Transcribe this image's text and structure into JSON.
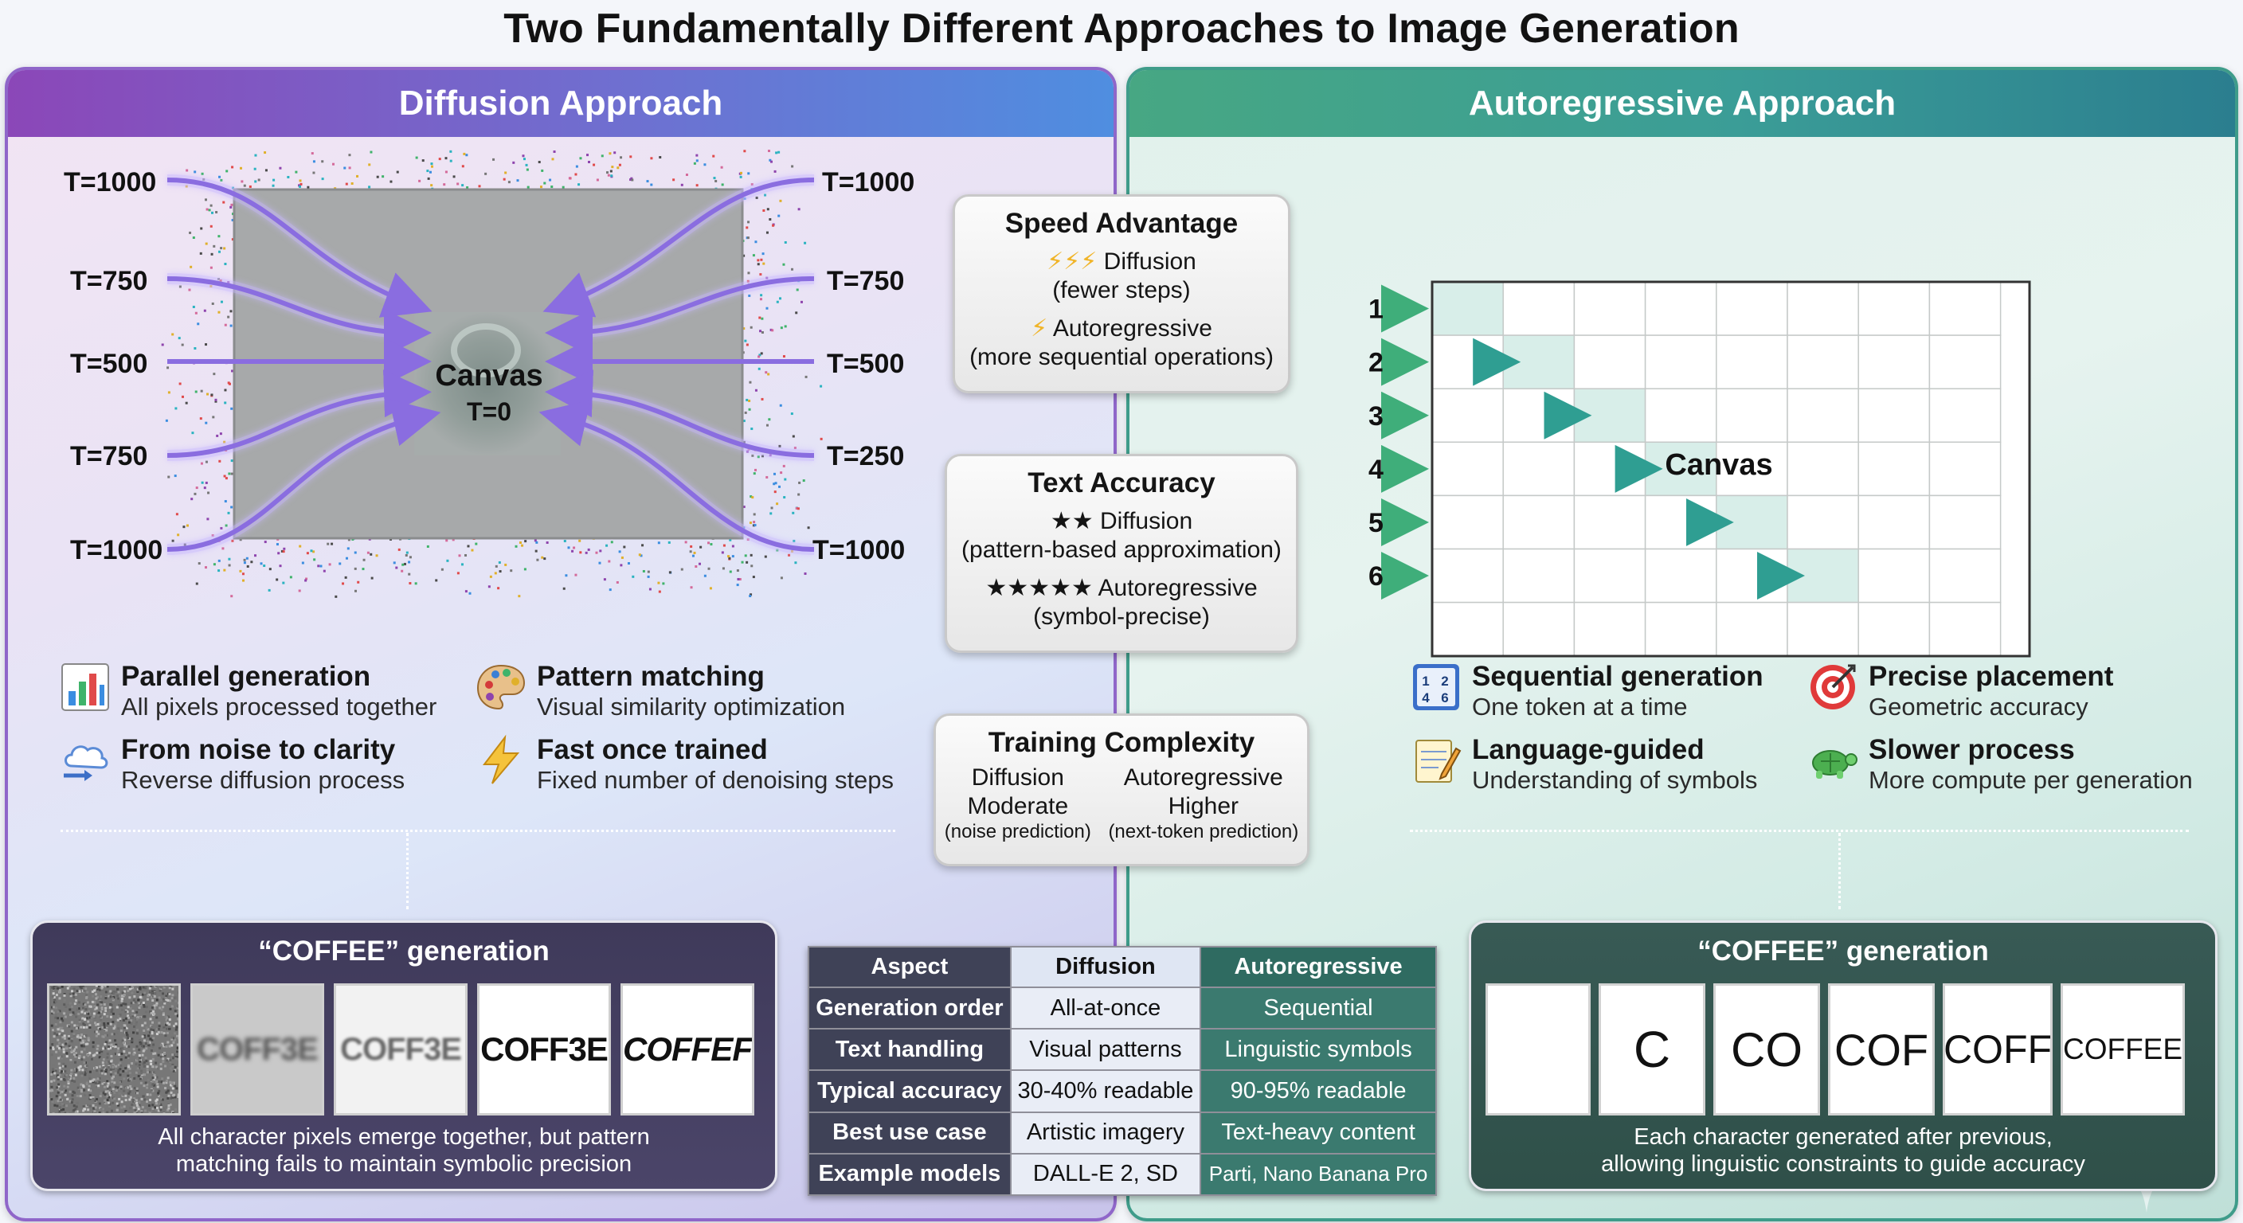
{
  "title": "Two Fundamentally Different Approaches to Image Generation",
  "diffusion": {
    "header": "Diffusion Approach",
    "left_timesteps": [
      "T=1000",
      "T=750",
      "T=500",
      "T=750",
      "T=1000"
    ],
    "right_timesteps": [
      "T=1000",
      "T=750",
      "T=500",
      "T=250",
      "T=1000"
    ],
    "canvas_label": "Canvas",
    "canvas_sub": "T=0",
    "features": [
      {
        "title": "Parallel generation",
        "subtitle": "All pixels processed together",
        "icon": "bar-chart-icon"
      },
      {
        "title": "Pattern matching",
        "subtitle": "Visual similarity optimization",
        "icon": "palette-icon"
      },
      {
        "title": "From noise to clarity",
        "subtitle": "Reverse diffusion process",
        "icon": "cloud-arrow-icon"
      },
      {
        "title": "Fast once trained",
        "subtitle": "Fixed number of denoising steps",
        "icon": "lightning-icon"
      }
    ],
    "coffee": {
      "title": "“COFFEE” generation",
      "frames": [
        "",
        "COFF3E",
        "COFF3E",
        "COFF3E",
        "COFFEF"
      ],
      "caption_1": "All character pixels emerge together, but pattern",
      "caption_2": "matching fails to maintain symbolic precision"
    }
  },
  "autoregressive": {
    "header": "Autoregressive Approach",
    "row_numbers": [
      "1",
      "2",
      "3",
      "4",
      "5",
      "6"
    ],
    "canvas_label": "Canvas",
    "features": [
      {
        "title": "Sequential generation",
        "subtitle": "One token at a time",
        "icon": "numbers-icon"
      },
      {
        "title": "Precise placement",
        "subtitle": "Geometric accuracy",
        "icon": "target-icon"
      },
      {
        "title": "Language-guided",
        "subtitle": "Understanding of symbols",
        "icon": "notepad-icon"
      },
      {
        "title": "Slower process",
        "subtitle": "More compute per generation",
        "icon": "turtle-icon"
      }
    ],
    "coffee": {
      "title": "“COFFEE” generation",
      "frames": [
        "",
        "C",
        "CO",
        "COF",
        "COFF",
        "COFFEE"
      ],
      "caption_1": "Each character generated after previous,",
      "caption_2": "allowing linguistic constraints to guide accuracy"
    }
  },
  "speed_card": {
    "title": "Speed Advantage",
    "diffusion_bolts": "⚡⚡⚡",
    "diffusion_label": "Diffusion",
    "diffusion_note": "(fewer steps)",
    "ar_bolts": "⚡",
    "ar_label": "Autoregressive",
    "ar_note": "(more sequential operations)"
  },
  "accuracy_card": {
    "title": "Text Accuracy",
    "diffusion_stars": "★★",
    "diffusion_label": "Diffusion",
    "diffusion_note": "(pattern-based approximation)",
    "ar_stars": "★★★★★",
    "ar_label": "Autoregressive",
    "ar_note": "(symbol-precise)"
  },
  "training_card": {
    "title": "Training Complexity",
    "diffusion_label": "Diffusion",
    "diffusion_level": "Moderate",
    "diffusion_note": "(noise prediction)",
    "ar_label": "Autoregressive",
    "ar_level": "Higher",
    "ar_note": "(next-token prediction)"
  },
  "table": {
    "headers": [
      "Aspect",
      "Diffusion",
      "Autoregressive"
    ],
    "rows": [
      [
        "Generation order",
        "All-at-once",
        "Sequential"
      ],
      [
        "Text handling",
        "Visual patterns",
        "Linguistic symbols"
      ],
      [
        "Typical accuracy",
        "30-40% readable",
        "90-95% readable"
      ],
      [
        "Best use case",
        "Artistic imagery",
        "Text-heavy content"
      ],
      [
        "Example models",
        "DALL-E 2, SD",
        "Parti, Nano Banana Pro"
      ]
    ]
  },
  "colors": {
    "diffusion_accent": "#8b47b8",
    "ar_accent": "#3b9d97",
    "arrow_purple": "#9b7be8",
    "arrow_teal": "#2f9e92"
  }
}
